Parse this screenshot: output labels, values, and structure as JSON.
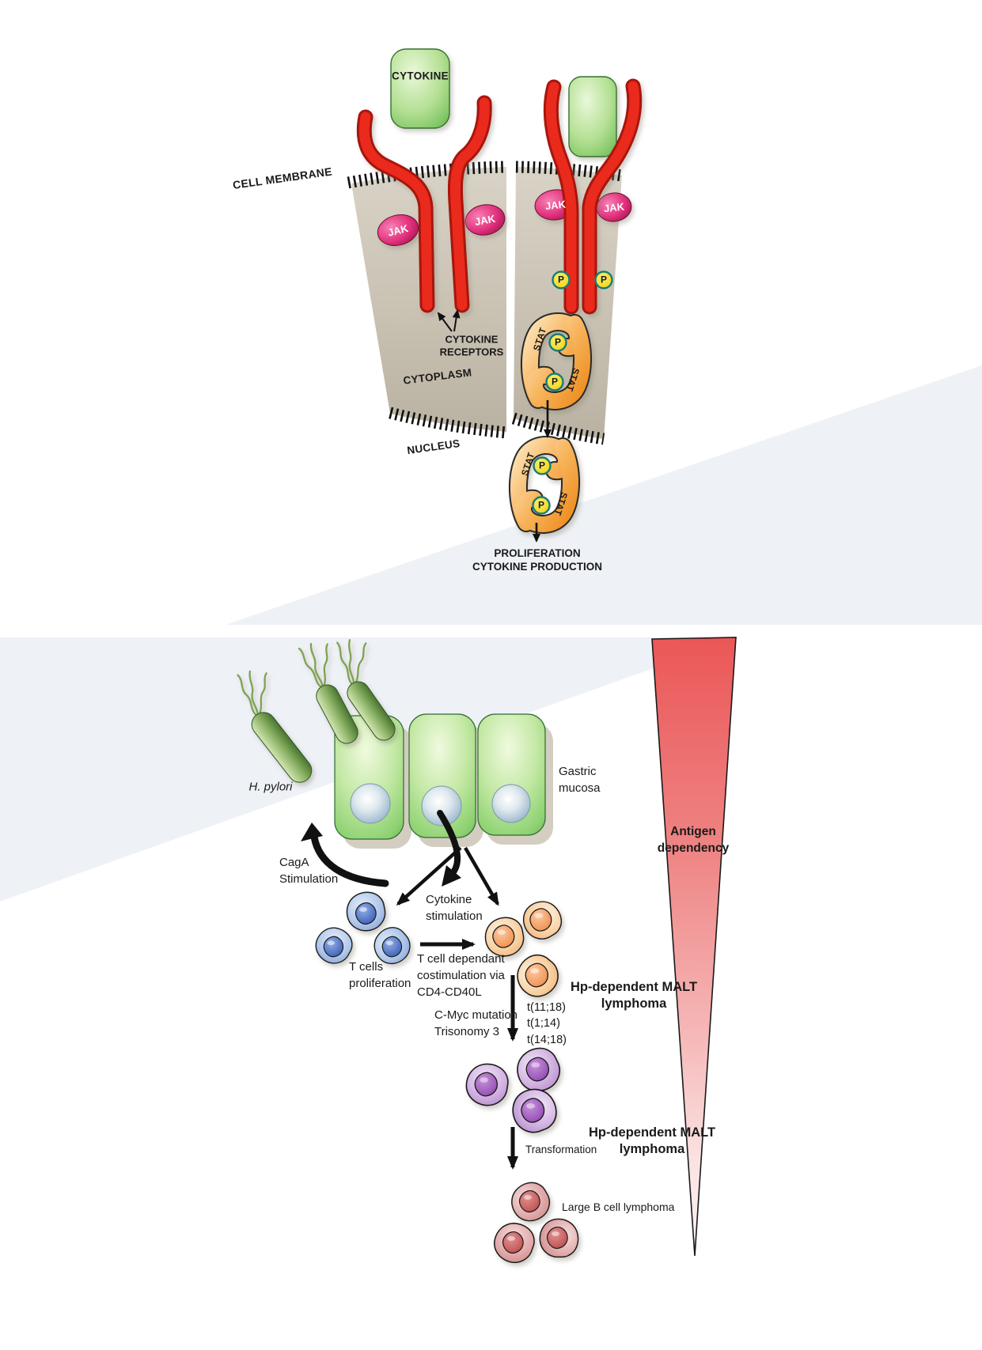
{
  "panel1": {
    "cytokine_box": "CYTOKINE",
    "cell_membrane": "CELL MEMBRANE",
    "jak": "JAK",
    "phospho": "P",
    "stat": "STAT",
    "cytokine_receptors": "CYTOKINE\nRECEPTORS",
    "cytoplasm": "CYTOPLASM",
    "nucleus": "NUCLEUS",
    "outcome": "PROLIFERATION\nCYTOKINE PRODUCTION"
  },
  "panel2": {
    "h_pylori": "H. pylori",
    "gastric_mucosa": "Gastric\nmucosa",
    "caga_stimulation": "CagA\nStimulation",
    "cytokine_stimulation": "Cytokine\nstimulation",
    "t_cells_proliferation": "T cells\nproliferation",
    "costimulation": "T cell dependant\ncostimulation via\nCD4-CD40L",
    "c_myc": "C-Myc mutation\nTrisonomy 3",
    "translocations": "t(11;18)\nt(1;14)\nt(14;18)",
    "hp_malt_1": "Hp-dependent MALT\nlymphoma",
    "transformation": "Transformation",
    "hp_malt_2": "Hp-dependent MALT\nlymphoma",
    "large_b_cell": "Large B cell lymphoma",
    "antigen_dependency": "Antigen\ndependency"
  },
  "colors": {
    "background_wedge": "#eef1f6",
    "membrane_tan": "#c7c0b1",
    "receptor_red": "#ea2a1c",
    "jak_pink": "#e3327e",
    "phospho_yellow": "#f3d92c",
    "phospho_ring_teal": "#157c78",
    "stat_orange": "#f7b45b",
    "cytokine_green": "#b4e094",
    "gastric_cell_green": "#8ed272",
    "t_cell_blue": "#7e9cd2",
    "b_cell_orange": "#f9d2a4",
    "malt_purple": "#ad82c4",
    "large_b_red": "#c98383",
    "antigen_triangle_red": "#eb5757"
  }
}
